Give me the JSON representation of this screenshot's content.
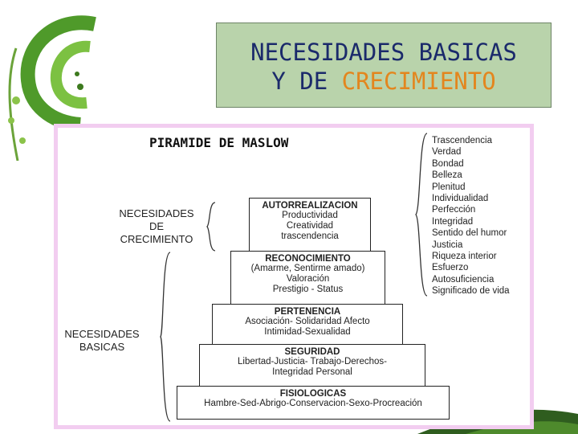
{
  "title": {
    "line1": "NECESIDADES BASICAS",
    "line2_prefix": "Y DE ",
    "line2_accent": "CRECIMIENTO"
  },
  "diagram": {
    "heading": "PIRAMIDE DE MASLOW",
    "growth_label": [
      "NECESIDADES",
      "DE",
      "CRECIMIENTO"
    ],
    "basic_label": [
      "NECESIDADES",
      "BASICAS"
    ],
    "tiers": [
      {
        "name": "AUTORREALIZACION",
        "lines": [
          "Productividad",
          "Creatividad",
          "trascendencia"
        ]
      },
      {
        "name": "RECONOCIMIENTO",
        "lines": [
          "(Amarme, Sentirme amado)",
          "Valoración",
          "Prestigio - Status"
        ]
      },
      {
        "name": "PERTENENCIA",
        "lines": [
          "Asociación- Solidaridad Afecto",
          "Intimidad-Sexualidad"
        ]
      },
      {
        "name": "SEGURIDAD",
        "lines": [
          "Libertad-Justicia- Trabajo-Derechos-",
          "Integridad Personal"
        ]
      },
      {
        "name": "FISIOLOGICAS",
        "lines": [
          "Hambre-Sed-Abrigo-Conservacion-Sexo-Procreación"
        ]
      }
    ],
    "values": [
      "Trascendencia",
      "Verdad",
      "Bondad",
      "Belleza",
      "Plenitud",
      "Individualidad",
      "Perfección",
      "Integridad",
      "Sentido del humor",
      "Justicia",
      "Riqueza interior",
      "Esfuerzo",
      "Autosuficiencia",
      "Significado de vida"
    ]
  },
  "colors": {
    "title_bg": "#b9d3ab",
    "title_text": "#1b2a6b",
    "title_accent": "#e3861e",
    "frame": "#f2cdf0",
    "logo_green": "#4f9a2a"
  }
}
